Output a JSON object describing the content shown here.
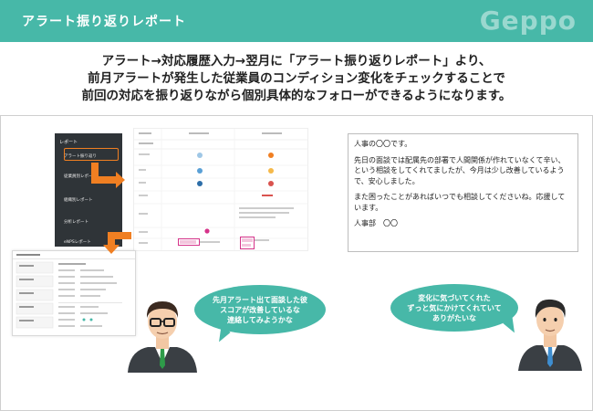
{
  "header": {
    "title": "アラート振り返りレポート",
    "logo": "Geppo"
  },
  "description": {
    "line1": "アラート→対応履歴入力→翌月に「アラート振り返りレポート」より、",
    "line2": "前月アラートが発生した従業員のコンディション変化をチェックすることで",
    "line3": "前回の対応を振り返りながら個別具体的なフォローができるようになります。"
  },
  "menu": {
    "head": "レポート",
    "items": [
      "アラート振り返り",
      "従業員別レポート",
      "組織別レポート",
      "分析レポート",
      "eNPSレポート"
    ]
  },
  "message": {
    "p1": "人事の〇〇です。",
    "p2": "先日の面談では配属先の部署で人間関係が作れていなくて辛い、という相談をしてくれてましたが、今月は少し改善しているようで、安心しました。",
    "p3": "また困ったことがあればいつでも相談してくださいね。応援しています。",
    "p4": "人事部　〇〇"
  },
  "bubbles": {
    "left": [
      "先月アラート出て面談した彼",
      "スコアが改善しているな",
      "連絡してみようかな"
    ],
    "right": [
      "変化に気づいてくれた",
      "ずっと気にかけてくれていて",
      "ありがたいな"
    ]
  },
  "colors": {
    "teal": "#47b8a8",
    "orange": "#f07f22",
    "pink": "#d6338a",
    "menu_bg": "#2f3438"
  }
}
